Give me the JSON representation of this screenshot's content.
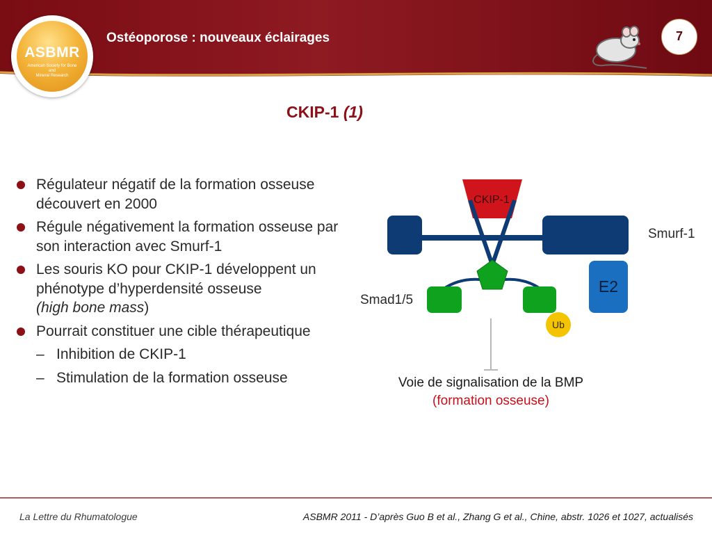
{
  "header": {
    "title": "Ostéoporose : nouveaux éclairages",
    "logo_acronym": "ASBMR",
    "logo_org_line1": "American Society for Bone",
    "logo_org_line2": "and",
    "logo_org_line3": "Mineral Research",
    "page_number": "7"
  },
  "slide": {
    "title": "CKIP-1",
    "title_sub": "(1)"
  },
  "bullets": [
    {
      "text": "Régulateur négatif de la formation osseuse découvert en 2000"
    },
    {
      "text": "Régule négativement la formation osseuse par son interaction avec Smurf-1"
    },
    {
      "text_main": "Les souris KO pour CKIP-1 développent un phénotype d’hyperdensité osseuse",
      "text_italic": "(high bone mass",
      "text_tail": ")"
    },
    {
      "text": "Pourrait constituer une cible thérapeutique",
      "subs": [
        "Inhibition de CKIP-1",
        "Stimulation de la formation osseuse"
      ]
    }
  ],
  "diagram": {
    "ckip_label": "CKIP-1",
    "smurf_label": "Smurf-1",
    "e2_label": "E2",
    "smad_label": "Smad1/5",
    "ub_label": "Ub",
    "pathway_line1": "Voie de signalisation de la BMP",
    "pathway_line2": "(formation osseuse)",
    "colors": {
      "ckip": "#d0141c",
      "smurf": "#0e3b73",
      "e2": "#1a6fc0",
      "smad": "#0ea21e",
      "ub": "#f5c400",
      "pathway_accent": "#c8101a"
    }
  },
  "footer": {
    "left": "La Lettre du Rhumatologue",
    "right": "ASBMR 2011 - D’après Guo B et al., Zhang G et al., Chine, abstr. 1026 et 1027, actualisés"
  }
}
